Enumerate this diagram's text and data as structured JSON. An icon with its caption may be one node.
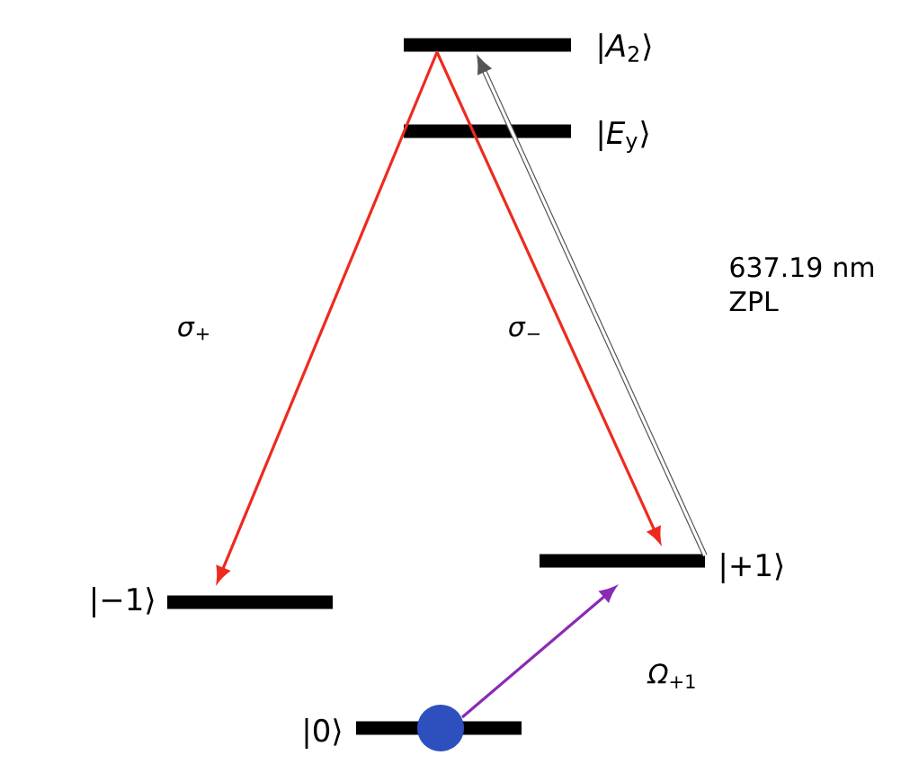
{
  "diagram": {
    "nodes": [
      {
        "text": [],
        "shape": "bar",
        "beside": [
          "|*A*$_{2}$⟩"
        ]
      },
      {
        "text": [],
        "shape": "bar",
        "beside": [
          "|*E*$_{y}$⟩"
        ]
      },
      {
        "text": [],
        "shape": "bar",
        "beside": [
          "|−1⟩"
        ]
      },
      {
        "text": [],
        "shape": "bar",
        "beside": [
          "|+1⟩"
        ]
      },
      {
        "text": [],
        "shape": "bar",
        "beside": [
          "|0⟩"
        ]
      },
      {
        "text": [],
        "shape": "circle"
      }
    ],
    "edges": [
      {
        "from": 0,
        "to": 2,
        "arrow": "to",
        "label": "*σ*$_{+}$",
        "color": "#ee2a1f"
      },
      {
        "from": 0,
        "to": 3,
        "arrow": "to",
        "label": "*σ*$_{−}$",
        "color": "#ee2a1f"
      },
      {
        "from": 3,
        "to": 0,
        "arrow": "to",
        "label": "637.19 nm ZPL",
        "color": "#555555"
      },
      {
        "from": 5,
        "to": 3,
        "arrow": "to",
        "label": "*Ω*$_{+1}$",
        "color": "#8a2ab5"
      }
    ]
  }
}
